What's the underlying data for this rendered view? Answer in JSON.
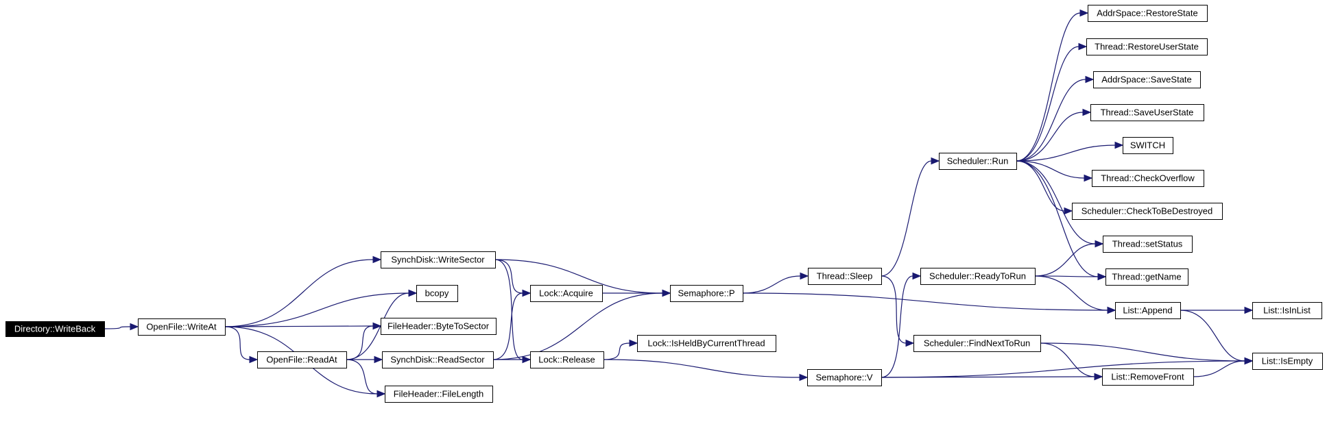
{
  "graph": {
    "root": "directory-writeback",
    "colors": {
      "edge": "#191970",
      "node_border": "#000000",
      "root_fill": "#000000",
      "root_text": "#ffffff"
    },
    "nodes": [
      {
        "id": "directory-writeback",
        "label": "Directory::WriteBack"
      },
      {
        "id": "openfile-writeat",
        "label": "OpenFile::WriteAt"
      },
      {
        "id": "synchdisk-writesector",
        "label": "SynchDisk::WriteSector"
      },
      {
        "id": "bcopy",
        "label": "bcopy"
      },
      {
        "id": "fileheader-bytetosector",
        "label": "FileHeader::ByteToSector"
      },
      {
        "id": "openfile-readat",
        "label": "OpenFile::ReadAt"
      },
      {
        "id": "synchdisk-readsector",
        "label": "SynchDisk::ReadSector"
      },
      {
        "id": "fileheader-filelength",
        "label": "FileHeader::FileLength"
      },
      {
        "id": "lock-acquire",
        "label": "Lock::Acquire"
      },
      {
        "id": "lock-release",
        "label": "Lock::Release"
      },
      {
        "id": "semaphore-p",
        "label": "Semaphore::P"
      },
      {
        "id": "lock-isheldbycurrentthread",
        "label": "Lock::IsHeldByCurrentThread"
      },
      {
        "id": "thread-sleep",
        "label": "Thread::Sleep"
      },
      {
        "id": "semaphore-v",
        "label": "Semaphore::V"
      },
      {
        "id": "scheduler-run",
        "label": "Scheduler::Run"
      },
      {
        "id": "scheduler-readytorun",
        "label": "Scheduler::ReadyToRun"
      },
      {
        "id": "scheduler-findnexttorun",
        "label": "Scheduler::FindNextToRun"
      },
      {
        "id": "addrspace-restorestate",
        "label": "AddrSpace::RestoreState"
      },
      {
        "id": "thread-restoreuserstate",
        "label": "Thread::RestoreUserState"
      },
      {
        "id": "addrspace-savestate",
        "label": "AddrSpace::SaveState"
      },
      {
        "id": "thread-saveuserstate",
        "label": "Thread::SaveUserState"
      },
      {
        "id": "switch",
        "label": "SWITCH"
      },
      {
        "id": "thread-checkoverflow",
        "label": "Thread::CheckOverflow"
      },
      {
        "id": "scheduler-checktobedestroyed",
        "label": "Scheduler::CheckToBeDestroyed"
      },
      {
        "id": "thread-setstatus",
        "label": "Thread::setStatus"
      },
      {
        "id": "thread-getname",
        "label": "Thread::getName"
      },
      {
        "id": "list-append",
        "label": "List::Append"
      },
      {
        "id": "list-removefront",
        "label": "List::RemoveFront"
      },
      {
        "id": "list-isinlist",
        "label": "List::IsInList"
      },
      {
        "id": "list-isempty",
        "label": "List::IsEmpty"
      }
    ],
    "edges": [
      {
        "from": "directory-writeback",
        "to": "openfile-writeat"
      },
      {
        "from": "openfile-writeat",
        "to": "synchdisk-writesector"
      },
      {
        "from": "openfile-writeat",
        "to": "bcopy"
      },
      {
        "from": "openfile-writeat",
        "to": "fileheader-bytetosector"
      },
      {
        "from": "openfile-writeat",
        "to": "openfile-readat"
      },
      {
        "from": "openfile-writeat",
        "to": "fileheader-filelength"
      },
      {
        "from": "openfile-readat",
        "to": "bcopy"
      },
      {
        "from": "openfile-readat",
        "to": "fileheader-bytetosector"
      },
      {
        "from": "openfile-readat",
        "to": "synchdisk-readsector"
      },
      {
        "from": "openfile-readat",
        "to": "fileheader-filelength"
      },
      {
        "from": "synchdisk-writesector",
        "to": "lock-acquire"
      },
      {
        "from": "synchdisk-writesector",
        "to": "semaphore-p"
      },
      {
        "from": "synchdisk-writesector",
        "to": "lock-release"
      },
      {
        "from": "synchdisk-readsector",
        "to": "lock-acquire"
      },
      {
        "from": "synchdisk-readsector",
        "to": "semaphore-p"
      },
      {
        "from": "synchdisk-readsector",
        "to": "lock-release"
      },
      {
        "from": "lock-acquire",
        "to": "semaphore-p"
      },
      {
        "from": "lock-release",
        "to": "lock-isheldbycurrentthread"
      },
      {
        "from": "lock-release",
        "to": "semaphore-v"
      },
      {
        "from": "semaphore-p",
        "to": "thread-sleep"
      },
      {
        "from": "semaphore-p",
        "to": "list-append"
      },
      {
        "from": "thread-sleep",
        "to": "scheduler-run"
      },
      {
        "from": "thread-sleep",
        "to": "scheduler-findnexttorun"
      },
      {
        "from": "semaphore-v",
        "to": "scheduler-readytorun"
      },
      {
        "from": "semaphore-v",
        "to": "list-removefront"
      },
      {
        "from": "semaphore-v",
        "to": "list-isempty"
      },
      {
        "from": "scheduler-run",
        "to": "addrspace-restorestate"
      },
      {
        "from": "scheduler-run",
        "to": "thread-restoreuserstate"
      },
      {
        "from": "scheduler-run",
        "to": "addrspace-savestate"
      },
      {
        "from": "scheduler-run",
        "to": "thread-saveuserstate"
      },
      {
        "from": "scheduler-run",
        "to": "switch"
      },
      {
        "from": "scheduler-run",
        "to": "thread-checkoverflow"
      },
      {
        "from": "scheduler-run",
        "to": "scheduler-checktobedestroyed"
      },
      {
        "from": "scheduler-run",
        "to": "thread-setstatus"
      },
      {
        "from": "scheduler-run",
        "to": "thread-getname"
      },
      {
        "from": "scheduler-readytorun",
        "to": "thread-setstatus"
      },
      {
        "from": "scheduler-readytorun",
        "to": "thread-getname"
      },
      {
        "from": "scheduler-readytorun",
        "to": "list-append"
      },
      {
        "from": "scheduler-findnexttorun",
        "to": "list-removefront"
      },
      {
        "from": "scheduler-findnexttorun",
        "to": "list-isempty"
      },
      {
        "from": "list-append",
        "to": "list-isinlist"
      },
      {
        "from": "list-append",
        "to": "list-isempty"
      },
      {
        "from": "list-removefront",
        "to": "list-isempty"
      }
    ]
  }
}
